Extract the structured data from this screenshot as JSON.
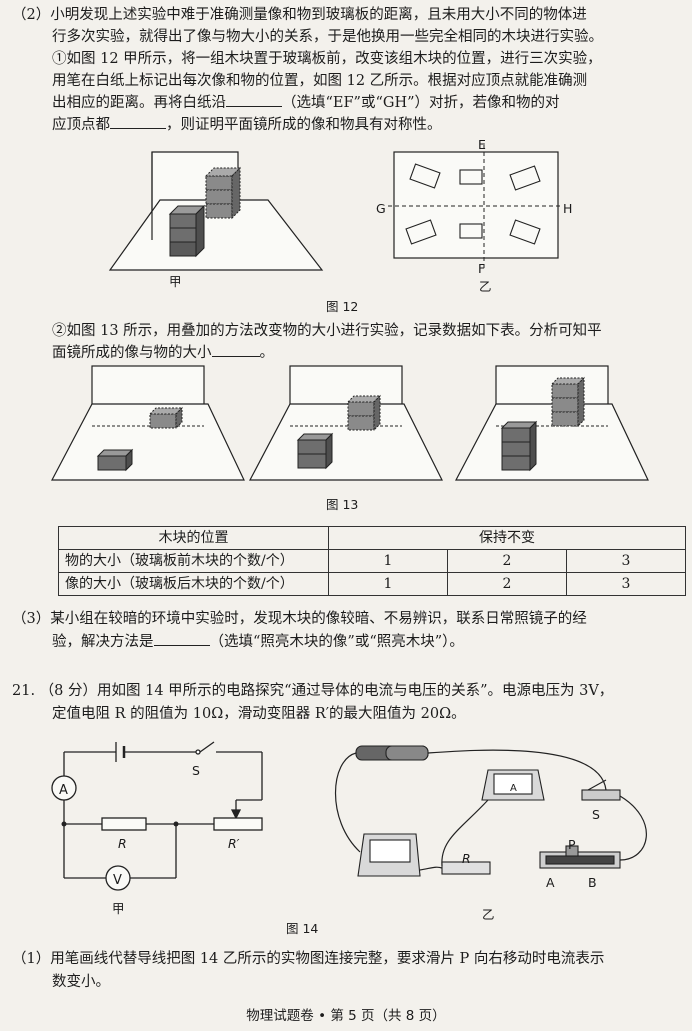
{
  "q20": {
    "p2_l1": "（2）小明发现上述实验中难于准确测量像和物到玻璃板的距离，且未用大小不同的物体进",
    "p2_l2": "行多次实验，就得出了像与物大小的关系，于是他换用一些完全相同的木块进行实验。",
    "s1_l1": "①如图 12 甲所示，将一组木块置于玻璃板前，改变该组木块的位置，进行三次实验，",
    "s1_l2": "用笔在白纸上标记出每次像和物的位置，如图 12 乙所示。根据对应顶点就能准确测",
    "s1_l3a": "出相应的距离。再将白纸沿",
    "s1_l3b": "（选填“EF”或“GH”）对折，若像和物的对",
    "s1_l4a": "应顶点都",
    "s1_l4b": "，则证明平面镜所成的像和物具有对称性。",
    "fig12": {
      "jia": "甲",
      "yi": "乙",
      "caption": "图 12",
      "E": "E",
      "F": "F",
      "G": "G",
      "H": "H"
    },
    "s2_l1": "②如图 13 所示，用叠加的方法改变物的大小进行实验，记录数据如下表。分析可知平",
    "s2_l2a": "面镜所成的像与物的大小",
    "s2_l2b": "。",
    "fig13_caption": "图 13",
    "table": {
      "h_left": "木块的位置",
      "h_right": "保持不变",
      "r1_label": "物的大小（玻璃板前木块的个数/个）",
      "r1": [
        "1",
        "2",
        "3"
      ],
      "r2_label": "像的大小（玻璃板后木块的个数/个）",
      "r2": [
        "1",
        "2",
        "3"
      ]
    },
    "p3_l1": "（3）某小组在较暗的环境中实验时，发现木块的像较暗、不易辨识，联系日常照镜子的经",
    "p3_l2a": "验，解决方法是",
    "p3_l2b": "（选填“照亮木块的像”或“照亮木块”）。"
  },
  "q21": {
    "l1": "21. （8 分）用如图 14 甲所示的电路探究“通过导体的电流与电压的关系”。电源电压为 3V，",
    "l2": "定值电阻 R 的阻值为 10Ω，滑动变阻器 R′的最大阻值为 20Ω。",
    "fig14": {
      "A": "A",
      "V": "V",
      "S": "S",
      "R": "R",
      "Rp": "R′",
      "jia": "甲",
      "yi": "乙",
      "caption": "图 14",
      "P": "P",
      "A2": "A",
      "B": "B",
      "S2": "S",
      "R2": "R"
    },
    "p1_l1": "（1）用笔画线代替导线把图 14 乙所示的实物图连接完整，要求滑片 P 向右移动时电流表示",
    "p1_l2": "数变小。"
  },
  "footer": "物理试题卷 • 第 5 页（共 8 页）"
}
